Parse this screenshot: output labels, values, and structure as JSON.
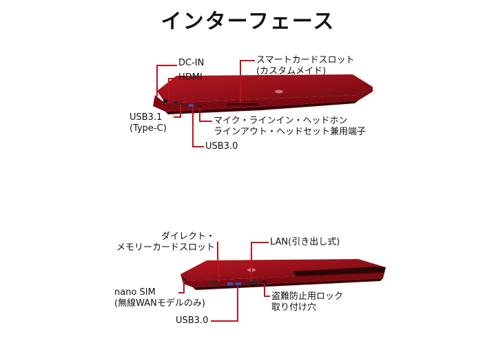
{
  "title": "インターフェース",
  "diagram1": {
    "labels": {
      "dc_in": "DC-IN",
      "hdmi": "HDMI",
      "usb31_line1": "USB3.1",
      "usb31_line2": "(Type-C)",
      "usb30": "USB3.0",
      "smartcard_line1": "スマートカードスロット",
      "smartcard_line2": "(カスタムメイド)",
      "audio_line1": "マイク・ラインイン・ヘッドホン",
      "audio_line2": "ラインアウト・ヘッドセット兼用端子"
    }
  },
  "diagram2": {
    "labels": {
      "memory_line1": "ダイレクト・",
      "memory_line2": "メモリーカードスロット",
      "lan": "LAN(引き出し式)",
      "nanosim_line1": "nano SIM",
      "nanosim_line2": "(無線WANモデルのみ)",
      "lock_line1": "盗難防止用ロック",
      "lock_line2": "取り付け穴",
      "usb30": "USB3.0"
    }
  },
  "colors": {
    "leader": "#c0101a",
    "laptop_body": "#a3121c",
    "laptop_dark": "#5e070d",
    "laptop_edge": "#7d0a12"
  }
}
